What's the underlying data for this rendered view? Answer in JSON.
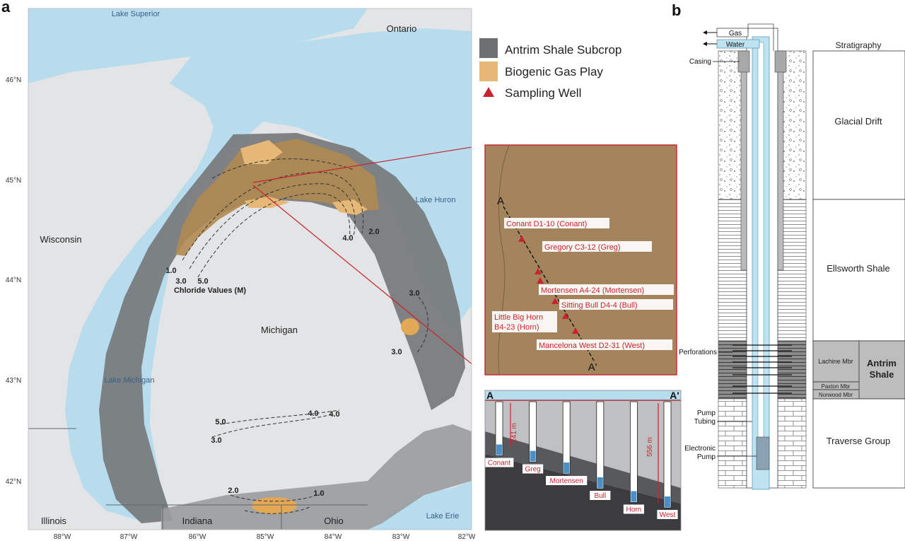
{
  "panel_a": {
    "label": "a",
    "places": {
      "lake_superior": "Lake Superior",
      "ontario": "Ontario",
      "lake_huron": "Lake Huron",
      "wisconsin": "Wisconsin",
      "michigan": "Michigan",
      "lake_michigan": "Lake Michigan",
      "illinois": "Illinois",
      "indiana": "Indiana",
      "ohio": "Ohio",
      "lake_erie": "Lake Erie"
    },
    "latitude_ticks": [
      "46°N",
      "45°N",
      "44°N",
      "43°N",
      "42°N"
    ],
    "longitude_ticks": [
      "88°W",
      "87°W",
      "86°W",
      "85°W",
      "84°W",
      "83°W",
      "82°W"
    ],
    "chloride": {
      "caption": "Chloride Values (M)",
      "labels": [
        "1.0",
        "3.0",
        "5.0",
        "4.0",
        "2.0",
        "3.0",
        "3.0",
        "5.0",
        "4.0",
        "4.0",
        "3.0",
        "2.0",
        "1.0"
      ]
    },
    "legend": {
      "items": [
        {
          "label": "Antrim Shale Subcrop",
          "color": "#6e6f71"
        },
        {
          "label": "Biogenic Gas Play",
          "color": "#e6b877"
        },
        {
          "label": "Sampling Well",
          "color": "#c9232e"
        }
      ]
    },
    "inset": {
      "start": "A",
      "end": "A'",
      "wells": [
        {
          "label": "Conant D1-10 (Conant)"
        },
        {
          "label": "Gregory C3-12 (Greg)"
        },
        {
          "label": "Mortensen A4-24 (Mortensen)"
        },
        {
          "label": "Sitting Bull D4-4 (Bull)"
        },
        {
          "label": "Little Big Horn"
        },
        {
          "label": "B4-23 (Horn)"
        },
        {
          "label": "Mancelona West D2-31 (West)"
        }
      ]
    },
    "cross_section": {
      "start": "A",
      "end": "A'",
      "depth_labels": [
        "241 m",
        "556 m"
      ],
      "wells": [
        {
          "label": "Conant",
          "depth": 0.51
        },
        {
          "label": "Greg",
          "depth": 0.57
        },
        {
          "label": "Mortensen",
          "depth": 0.68
        },
        {
          "label": "Bull",
          "depth": 0.82
        },
        {
          "label": "Horn",
          "depth": 0.95
        },
        {
          "label": "West",
          "depth": 1.0
        }
      ]
    }
  },
  "panel_b": {
    "label": "b",
    "flows": {
      "gas": "Gas",
      "water": "Water"
    },
    "annotations": {
      "casing": "Casing",
      "perforations": "Perforations",
      "pump_tubing_1": "Pump",
      "pump_tubing_2": "Tubing",
      "electronic_pump_1": "Electronic",
      "electronic_pump_2": "Pump"
    },
    "stratigraphy": {
      "header": "Stratigraphy",
      "units": {
        "glacial_drift": "Glacial Drift",
        "ellsworth": "Ellsworth Shale",
        "lachine": "Lachine Mbr",
        "paxton": "Paxton Mbr",
        "norwood": "Norwood Mbr",
        "antrim_1": "Antrim",
        "antrim_2": "Shale",
        "traverse": "Traverse Group"
      }
    }
  }
}
